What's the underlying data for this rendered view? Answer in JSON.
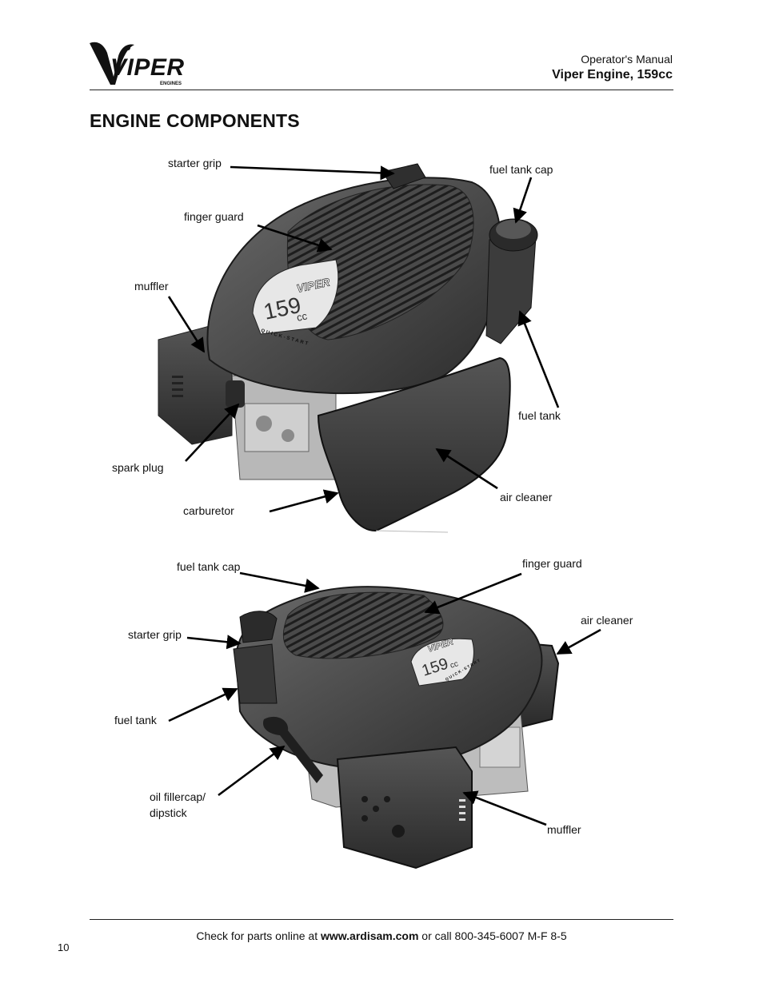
{
  "header": {
    "brand_wordmark": "VIPER",
    "brand_sub": "ENGINES",
    "manual_label": "Operator's Manual",
    "product_title": "Viper Engine, 159cc"
  },
  "page_title": "ENGINE COMPONENTS",
  "diagram_top": {
    "labels": {
      "starter_grip": "starter grip",
      "finger_guard": "finger guard",
      "muffler": "muffler",
      "spark_plug": "spark plug",
      "carburetor": "carburetor",
      "fuel_tank_cap": "fuel tank cap",
      "fuel_tank": "fuel tank",
      "air_cleaner": "air cleaner"
    },
    "badge": {
      "brand": "VIPER",
      "displacement": "159",
      "unit": "cc",
      "tagline": "QUICK-START"
    }
  },
  "diagram_bottom": {
    "labels": {
      "fuel_tank_cap": "fuel tank cap",
      "starter_grip": "starter grip",
      "fuel_tank": "fuel tank",
      "oil_fillercap_line1": "oil fillercap/",
      "oil_fillercap_line2": "dipstick",
      "finger_guard": "finger guard",
      "air_cleaner": "air cleaner",
      "muffler": "muffler"
    },
    "badge": {
      "brand": "VIPER",
      "displacement": "159",
      "unit": "cc",
      "tagline": "QUICK-START"
    }
  },
  "footer": {
    "prefix": "Check for parts online at ",
    "url": "www.ardisam.com",
    "suffix": " or call 800-345-6007 M-F 8-5",
    "page_number": "10"
  },
  "colors": {
    "engine_dark": "#3a3a3a",
    "engine_mid": "#5a5a5a",
    "engine_light": "#bdbdbd",
    "rule": "#222222"
  }
}
